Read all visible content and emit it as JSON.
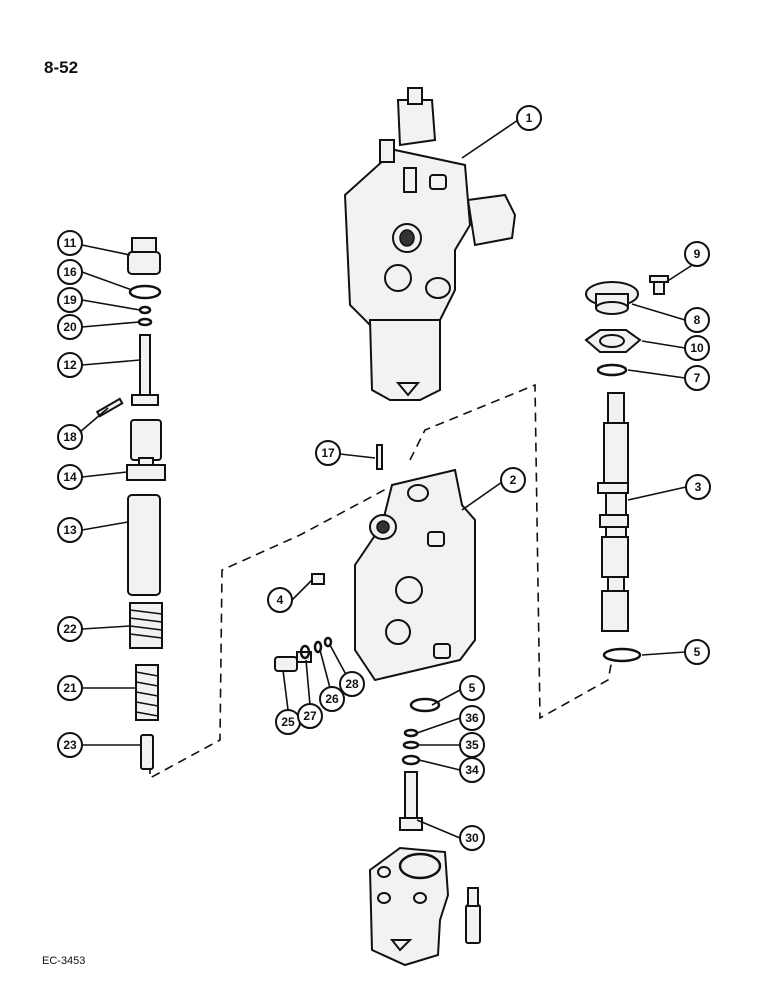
{
  "page": {
    "number": "8-52",
    "figure_code": "EC-3453"
  },
  "callouts": [
    {
      "id": "c1",
      "label": "1"
    },
    {
      "id": "c2",
      "label": "2"
    },
    {
      "id": "c3",
      "label": "3"
    },
    {
      "id": "c4",
      "label": "4"
    },
    {
      "id": "c5a",
      "label": "5"
    },
    {
      "id": "c5b",
      "label": "5"
    },
    {
      "id": "c7",
      "label": "7"
    },
    {
      "id": "c8",
      "label": "8"
    },
    {
      "id": "c9",
      "label": "9"
    },
    {
      "id": "c10",
      "label": "10"
    },
    {
      "id": "c11",
      "label": "11"
    },
    {
      "id": "c12",
      "label": "12"
    },
    {
      "id": "c13",
      "label": "13"
    },
    {
      "id": "c14",
      "label": "14"
    },
    {
      "id": "c16",
      "label": "16"
    },
    {
      "id": "c17",
      "label": "17"
    },
    {
      "id": "c18",
      "label": "18"
    },
    {
      "id": "c19",
      "label": "19"
    },
    {
      "id": "c20",
      "label": "20"
    },
    {
      "id": "c21",
      "label": "21"
    },
    {
      "id": "c22",
      "label": "22"
    },
    {
      "id": "c23",
      "label": "23"
    },
    {
      "id": "c25",
      "label": "25"
    },
    {
      "id": "c26",
      "label": "26"
    },
    {
      "id": "c27",
      "label": "27"
    },
    {
      "id": "c28",
      "label": "28"
    },
    {
      "id": "c30",
      "label": "30"
    },
    {
      "id": "c34",
      "label": "34"
    },
    {
      "id": "c35",
      "label": "35"
    },
    {
      "id": "c36",
      "label": "36"
    }
  ]
}
